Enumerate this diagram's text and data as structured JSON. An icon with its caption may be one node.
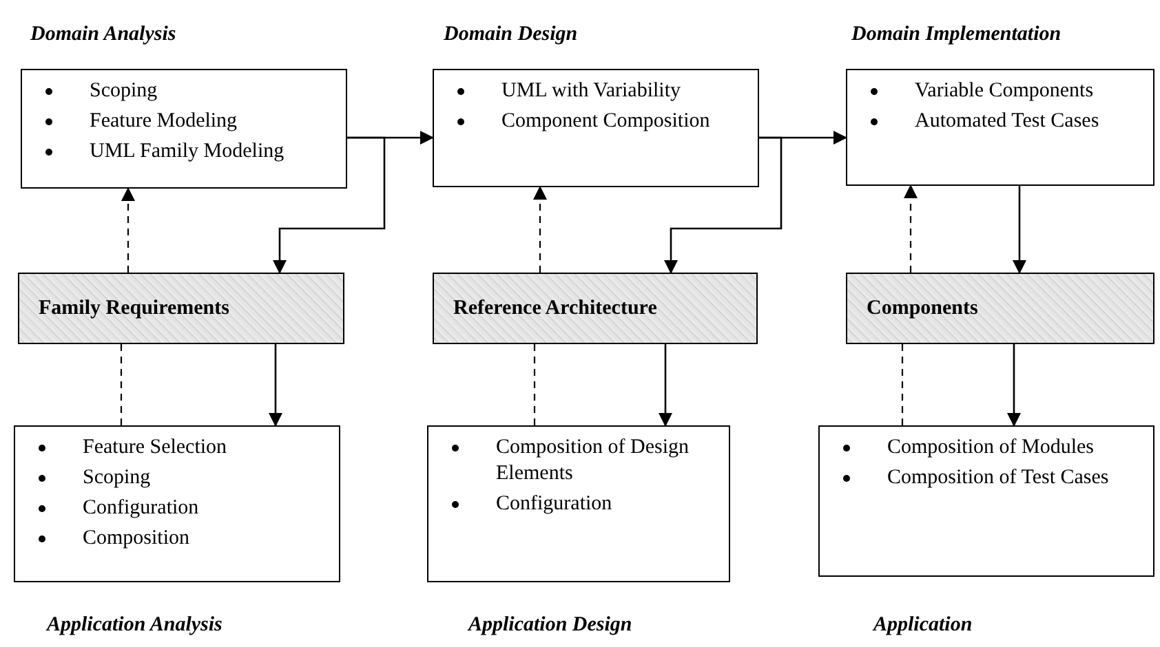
{
  "diagram": {
    "nodes": [
      {
        "text": [
          "Scoping",
          "Feature Modeling",
          "UML Family Modeling"
        ],
        "beside": [
          "Domain Analysis"
        ]
      },
      {
        "text": [
          "UML with Variability",
          "Component Composition"
        ],
        "beside": [
          "Domain Design"
        ]
      },
      {
        "text": [
          "Variable Components",
          "Automated Test Cases"
        ],
        "beside": [
          "Domain Implementation"
        ]
      },
      {
        "text": [
          "Family Requirements"
        ]
      },
      {
        "text": [
          "Reference Architecture"
        ]
      },
      {
        "text": [
          "Components"
        ]
      },
      {
        "text": [
          "Feature Selection",
          "Scoping",
          "Configuration",
          "Composition"
        ],
        "beside": [
          "Application Analysis"
        ]
      },
      {
        "text": [
          "Composition of Design Elements",
          "Configuration"
        ],
        "beside": [
          "Application Design"
        ]
      },
      {
        "text": [
          "Composition of Modules",
          "Composition of Test Cases"
        ],
        "beside": [
          "Application"
        ]
      }
    ],
    "edges": [
      {
        "from": 0,
        "to": 1,
        "arrow": "to"
      },
      {
        "from": 0,
        "to": 3,
        "arrow": "to"
      },
      {
        "from": 1,
        "to": 2,
        "arrow": "to"
      },
      {
        "from": 1,
        "to": 4,
        "arrow": "to"
      },
      {
        "from": 2,
        "to": 5,
        "arrow": "to"
      },
      {
        "from": 3,
        "to": 0,
        "arrow": "to",
        "style": "dashed"
      },
      {
        "from": 4,
        "to": 1,
        "arrow": "to",
        "style": "dashed"
      },
      {
        "from": 5,
        "to": 2,
        "arrow": "to",
        "style": "dashed"
      },
      {
        "from": 3,
        "to": 6,
        "arrow": "to"
      },
      {
        "from": 4,
        "to": 7,
        "arrow": "to"
      },
      {
        "from": 5,
        "to": 8,
        "arrow": "to"
      },
      {
        "from": 3,
        "to": 6,
        "arrow": "none",
        "style": "dashed"
      },
      {
        "from": 4,
        "to": 7,
        "arrow": "none",
        "style": "dashed"
      },
      {
        "from": 5,
        "to": 8,
        "arrow": "none",
        "style": "dashed"
      }
    ]
  }
}
